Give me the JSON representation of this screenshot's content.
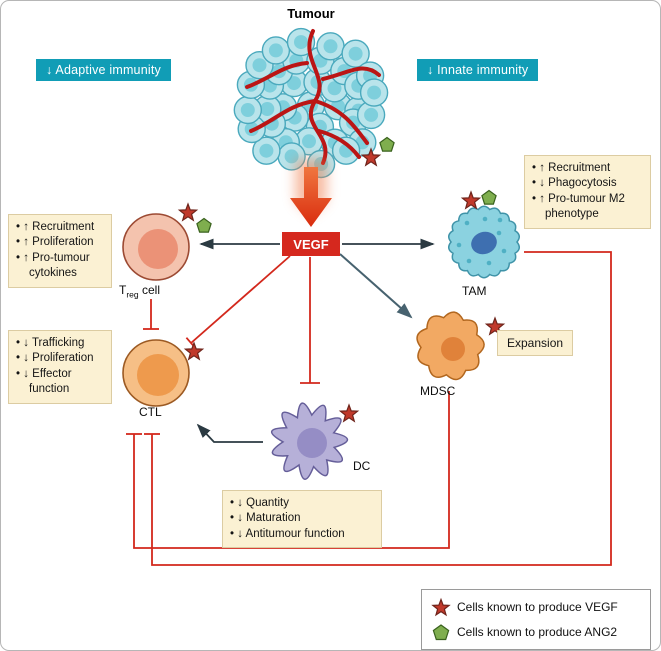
{
  "figure": {
    "title": "Tumour",
    "banners": {
      "adaptive": "↓ Adaptive immunity",
      "innate": "↓ Innate immunity"
    },
    "vegf_label": "VEGF",
    "cells": {
      "treg": {
        "pre": "T",
        "sub": "reg",
        "post": "cell"
      },
      "ctl": "CTL",
      "dc": "DC",
      "tam": "TAM",
      "mdsc": "MDSC"
    },
    "effects": {
      "treg": [
        "↑ Recruitment",
        "↑ Proliferation",
        "↑ Pro-tumour cytokines"
      ],
      "ctl": [
        "↓ Trafficking",
        "↓ Proliferation",
        "↓ Effector function"
      ],
      "dc": [
        "↓ Quantity",
        "↓ Maturation",
        "↓ Antitumour function"
      ],
      "tam": [
        "↑ Recruitment",
        "↓ Phagocytosis",
        "↑ Pro-tumour M2 phenotype"
      ],
      "mdsc": "Expansion"
    },
    "legend": {
      "vegf": "Cells known to produce VEGF",
      "ang2": "Cells known to produce ANG2"
    },
    "colors": {
      "banner_teal": "#119db6",
      "vegf_red": "#d5281e",
      "inhibit_red": "#d3281c",
      "note_cream": "#fbf1d3",
      "star_red": "#c0392b",
      "pentagon_green": "#7fae4e"
    }
  }
}
